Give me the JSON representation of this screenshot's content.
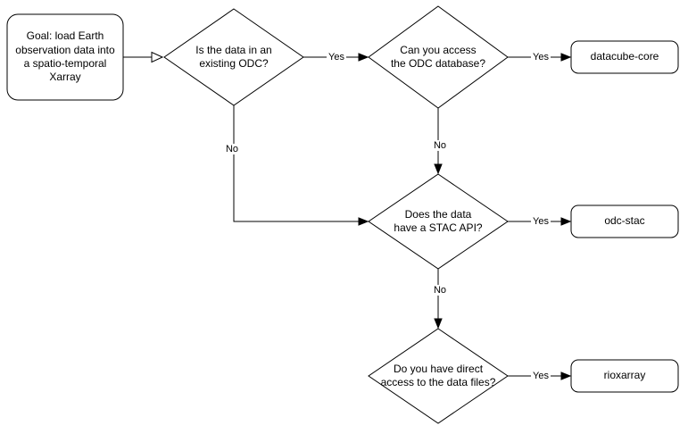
{
  "flowchart": {
    "goal": "Goal: load Earth\nobservation data into\na spatio-temporal\nXarray",
    "decisions": [
      "Is the data in an\nexisting ODC?",
      "Can you access\nthe ODC database?",
      "Does the data\nhave a STAC API?",
      "Do you have direct\naccess to the data files?"
    ],
    "outputs": [
      "datacube-core",
      "odc-stac",
      "rioxarray"
    ],
    "edges": [
      {
        "from": "goal",
        "to": "decision-1",
        "label": ""
      },
      {
        "from": "decision-1",
        "to": "decision-2",
        "label": "Yes"
      },
      {
        "from": "decision-2",
        "to": "output-datacube-core",
        "label": "Yes"
      },
      {
        "from": "decision-1",
        "to": "decision-3",
        "label": "No"
      },
      {
        "from": "decision-2",
        "to": "decision-3",
        "label": "No"
      },
      {
        "from": "decision-3",
        "to": "output-odc-stac",
        "label": "Yes"
      },
      {
        "from": "decision-3",
        "to": "decision-4",
        "label": "No"
      },
      {
        "from": "decision-4",
        "to": "output-rioxarray",
        "label": "Yes"
      }
    ],
    "colors": {
      "stroke": "#000000",
      "fill": "#ffffff",
      "text": "#000000"
    }
  }
}
